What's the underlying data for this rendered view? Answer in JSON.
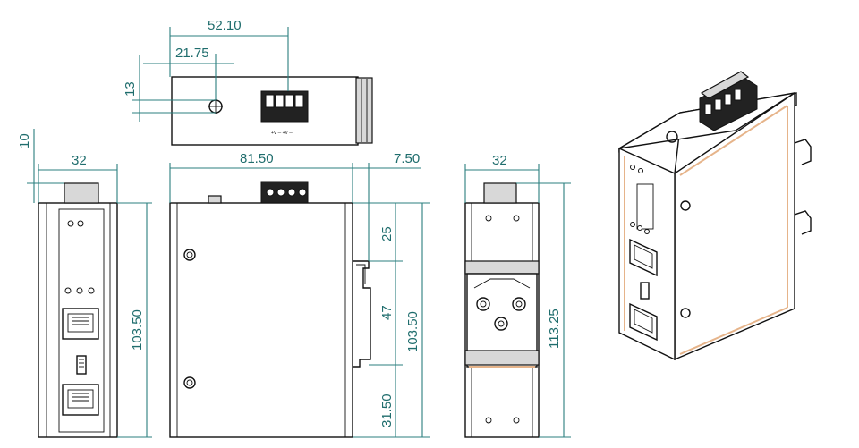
{
  "dimensions": {
    "top_width_52_10": "52.10",
    "top_offset_21_75": "21.75",
    "top_height_13": "13",
    "front_ear_10": "10",
    "front_width_32": "32",
    "front_height_103_50": "103.50",
    "side_depth_81_50": "81.50",
    "side_clip_7_50": "7.50",
    "side_25": "25",
    "side_47": "47",
    "side_height_103_50": "103.50",
    "side_31_50": "31.50",
    "back_width_32": "32",
    "back_height_113_25": "113.25"
  }
}
